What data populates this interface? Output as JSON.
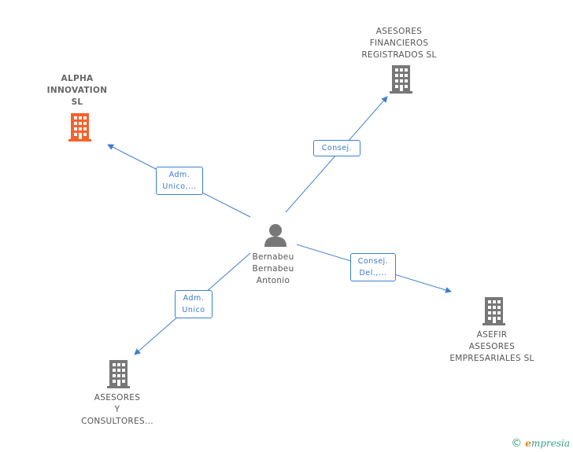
{
  "nodes": {
    "alpha": {
      "label": "ALPHA\nINNOVATION\nSL",
      "color": "#f4622c"
    },
    "asesores_financieros": {
      "label": "ASESORES\nFINANCIEROS\nREGISTRADOS SL",
      "color": "#777777"
    },
    "person": {
      "label": "Bernabeu\nBernabeu\nAntonio",
      "color": "#777777"
    },
    "asefir": {
      "label": "ASEFIR\nASESORES\nEMPRESARIALES SL",
      "color": "#777777"
    },
    "asesores_consultores": {
      "label": "ASESORES\nY\nCONSULTORES...",
      "color": "#777777"
    }
  },
  "edges": {
    "alpha": "Adm.\nUnico,...",
    "financieros": "Consej.",
    "asefir": "Consej.\nDel.,...",
    "consultores": "Adm.\nUnico"
  },
  "edge_color": "#3d7fd4",
  "footer": {
    "copyright": "©",
    "brand_initial": "e",
    "brand_rest": "mpresia"
  }
}
